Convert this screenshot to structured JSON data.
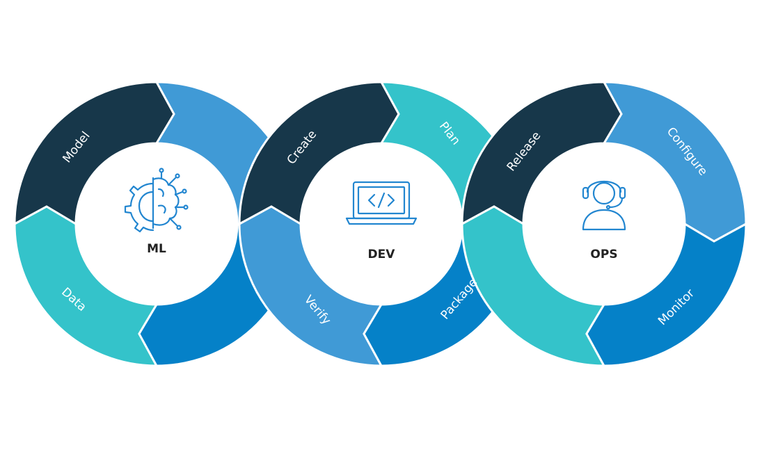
{
  "colors": {
    "dark_navy": "#17374a",
    "sky_blue": "#409ad6",
    "royal_blue": "#0581c8",
    "teal": "#34c3ca",
    "icon_blue": "#2286d0",
    "center_fill": "#ffffff",
    "center_text": "#222222"
  },
  "cycles": [
    {
      "id": "ml",
      "center_label": "ML",
      "icon": "brain-gear-icon",
      "segments": [
        {
          "label": "Model",
          "color": "dark_navy"
        },
        {
          "label": "",
          "color": "sky_blue"
        },
        {
          "label": "",
          "color": "royal_blue"
        },
        {
          "label": "Data",
          "color": "teal"
        }
      ]
    },
    {
      "id": "dev",
      "center_label": "DEV",
      "icon": "laptop-code-icon",
      "segments": [
        {
          "label": "Create",
          "color": "dark_navy"
        },
        {
          "label": "Plan",
          "color": "teal"
        },
        {
          "label": "Package",
          "color": "royal_blue"
        },
        {
          "label": "Verify",
          "color": "sky_blue"
        }
      ]
    },
    {
      "id": "ops",
      "center_label": "OPS",
      "icon": "headset-operator-icon",
      "segments": [
        {
          "label": "Release",
          "color": "dark_navy"
        },
        {
          "label": "Configure",
          "color": "sky_blue"
        },
        {
          "label": "Monitor",
          "color": "royal_blue"
        },
        {
          "label": "",
          "color": "teal"
        }
      ]
    }
  ]
}
